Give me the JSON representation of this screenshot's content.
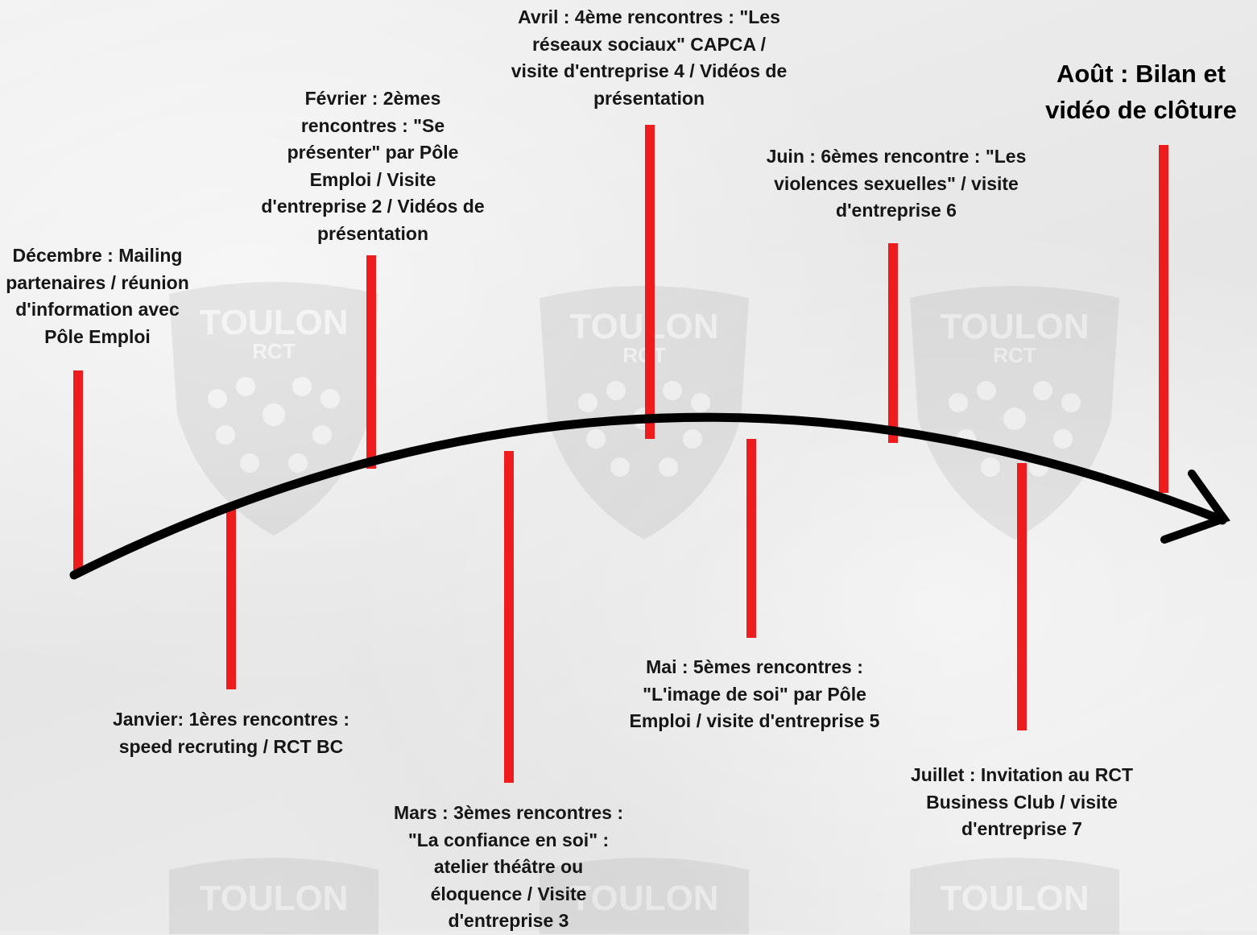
{
  "watermark": {
    "text_top": "TOULON",
    "text_bottom": "RCT",
    "icon": "rct-shield-icon"
  },
  "colors": {
    "stem": "#ee1c1c",
    "arrow": "#000000",
    "text": "#161616"
  },
  "milestones": [
    {
      "id": "decembre",
      "text": "Décembre :  Mailing\npartenaires / réunion\nd'information avec\nPôle Emploi"
    },
    {
      "id": "janvier",
      "text": "Janvier: 1ères rencontres :\nspeed recruting / RCT BC"
    },
    {
      "id": "fevrier",
      "text": "Février : 2èmes\nrencontres : \"Se\nprésenter\" par Pôle\nEmploi / Visite\nd'entreprise 2 / Vidéos de\nprésentation"
    },
    {
      "id": "mars",
      "text": "Mars  : 3èmes rencontres :\n\"La confiance en soi\" :\natelier théâtre ou\néloquence / Visite\nd'entreprise 3"
    },
    {
      "id": "avril",
      "text": "Avril : 4ème rencontres : \"Les\nréseaux sociaux\" CAPCA /\nvisite d'entreprise 4 / Vidéos de\nprésentation"
    },
    {
      "id": "mai",
      "text": "Mai : 5èmes rencontres :\n\"L'image de soi\" par Pôle\nEmploi   / visite d'entreprise 5"
    },
    {
      "id": "juin",
      "text": "Juin : 6èmes rencontre : \"Les\nviolences sexuelles\" / visite\nd'entreprise 6"
    },
    {
      "id": "juillet",
      "text": "Juillet : Invitation au RCT\nBusiness Club / visite\nd'entreprise 7"
    },
    {
      "id": "aout",
      "text": "Août : Bilan et\nvidéo de clôture"
    }
  ]
}
